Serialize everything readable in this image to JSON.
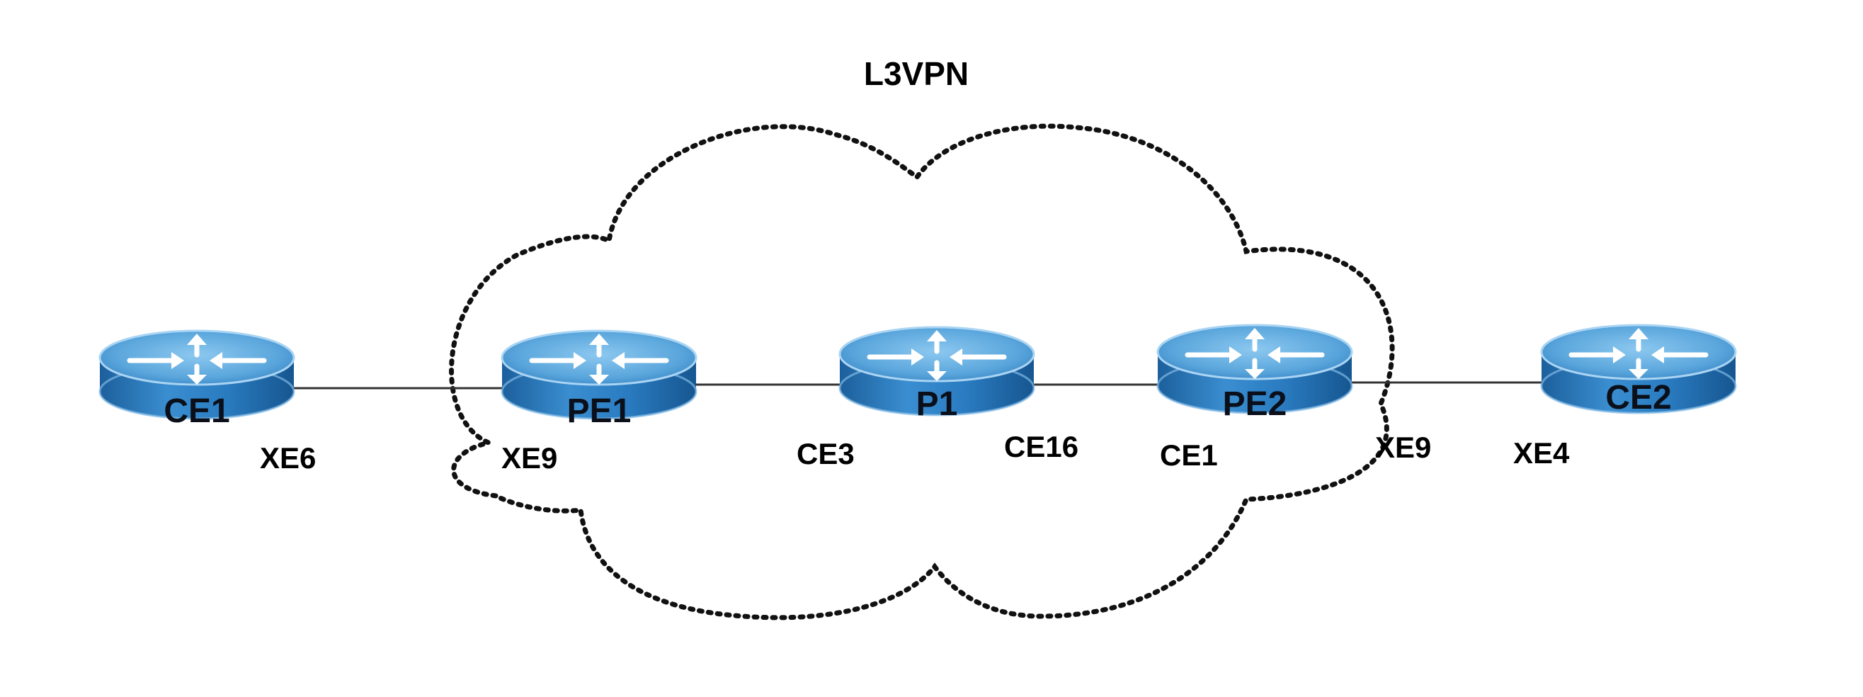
{
  "title": "L3VPN",
  "routers": [
    {
      "id": "r-ce1",
      "name": "CE1"
    },
    {
      "id": "r-pe1",
      "name": "PE1"
    },
    {
      "id": "r-p1",
      "name": "P1"
    },
    {
      "id": "r-pe2",
      "name": "PE2"
    },
    {
      "id": "r-ce2",
      "name": "CE2"
    }
  ],
  "links": [
    {
      "from": "CE1",
      "to": "PE1"
    },
    {
      "from": "PE1",
      "to": "P1"
    },
    {
      "from": "P1",
      "to": "PE2"
    },
    {
      "from": "PE2",
      "to": "CE2"
    }
  ],
  "ports": [
    "XE6",
    "XE9",
    "CE3",
    "CE16",
    "CE1",
    "XE9",
    "XE4"
  ],
  "colors": {
    "router_top": "#6fb3e3",
    "router_body": "#1f6fb0",
    "link": "#333333",
    "cloud": "#111111"
  }
}
